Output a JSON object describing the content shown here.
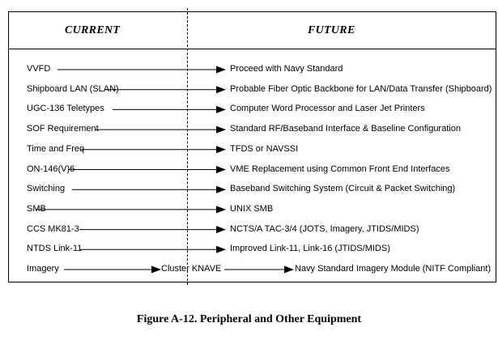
{
  "diagram": {
    "headers": {
      "current": "CURRENT",
      "future": "FUTURE"
    },
    "rows": [
      {
        "current": "VVFD",
        "future": "Proceed with Navy Standard"
      },
      {
        "current": "Shipboard LAN (SLAN)",
        "future": "Probable Fiber Optic Backbone for LAN/Data Transfer (Shipboard)"
      },
      {
        "current": "UGC-136 Teletypes",
        "future": "Computer Word Processor and Laser Jet Printers"
      },
      {
        "current": "SOF Requirement",
        "future": "Standard RF/Baseband Interface & Baseline Configuration"
      },
      {
        "current": "Time and Freq",
        "future": "TFDS or NAVSSI"
      },
      {
        "current": "ON-146(V)6",
        "future": "VME Replacement using Common Front End Interfaces"
      },
      {
        "current": "Switching",
        "future": "Baseband Switching System (Circuit & Packet Switching)"
      },
      {
        "current": "SMB",
        "future": "UNIX SMB"
      },
      {
        "current": "CCS MK81-3",
        "future": "NCTS/A TAC-3/4 (JOTS, Imagery, JTIDS/MIDS)"
      },
      {
        "current": "NTDS Link-11",
        "future": "Improved Link-11, Link-16 (JTIDS/MIDS)"
      },
      {
        "current": "Imagery",
        "middle": "Cluster KNAVE",
        "future": "Navy Standard Imagery Module (NITF Compliant)"
      }
    ]
  },
  "caption": "Figure A-12.  Peripheral and Other Equipment"
}
